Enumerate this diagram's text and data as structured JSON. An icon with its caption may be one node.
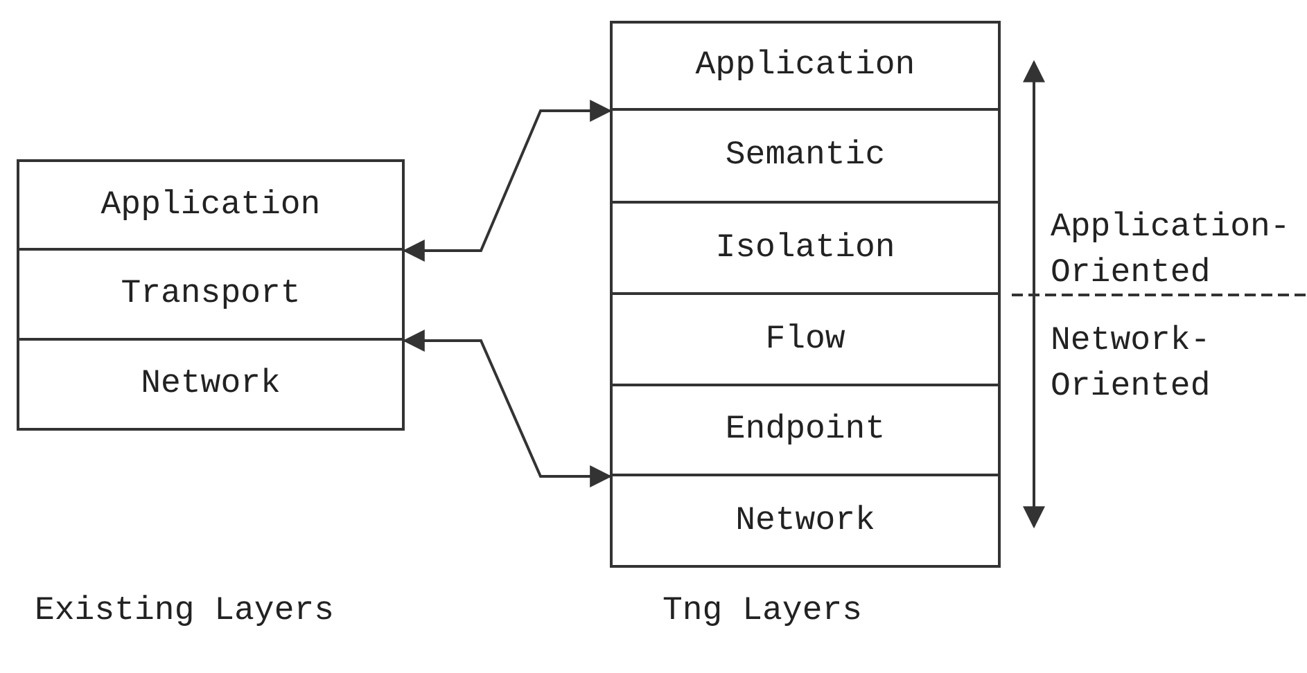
{
  "diagram": {
    "nodes": [
      {
        "text": [
          "Application"
        ]
      },
      {
        "text": [
          "Transport"
        ]
      },
      {
        "text": [
          "Network"
        ]
      },
      {
        "text": [
          "Application"
        ]
      },
      {
        "text": [
          "Semantic"
        ]
      },
      {
        "text": [
          "Isolation"
        ]
      },
      {
        "text": [
          "Flow"
        ]
      },
      {
        "text": [
          "Endpoint"
        ]
      },
      {
        "text": [
          "Network"
        ]
      }
    ],
    "edges": [
      {
        "from": 0,
        "to": 3,
        "arrow": "both"
      },
      {
        "from": 2,
        "to": 8,
        "arrow": "both"
      }
    ],
    "labels": [
      "Application-Oriented",
      "Network-Oriented",
      "Existing Layers",
      "Tng Layers"
    ]
  }
}
